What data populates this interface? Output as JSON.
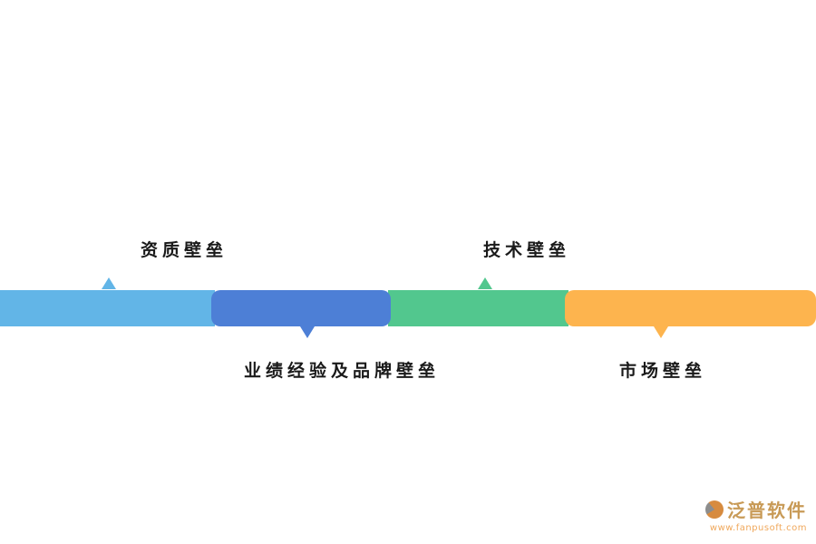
{
  "diagram": {
    "segments": [
      {
        "label": "资质壁垒",
        "color": "#62b5e7",
        "label_position": "above"
      },
      {
        "label": "业绩经验及品牌壁垒",
        "color": "#4d7fd6",
        "label_position": "below"
      },
      {
        "label": "技术壁垒",
        "color": "#52c78e",
        "label_position": "above"
      },
      {
        "label": "市场壁垒",
        "color": "#fdb44e",
        "label_position": "below"
      }
    ]
  },
  "watermark": {
    "brand": "泛普软件",
    "url": "www.fanpusoft.com",
    "brand_color": "#c89a56",
    "url_color": "#f0a85c"
  }
}
